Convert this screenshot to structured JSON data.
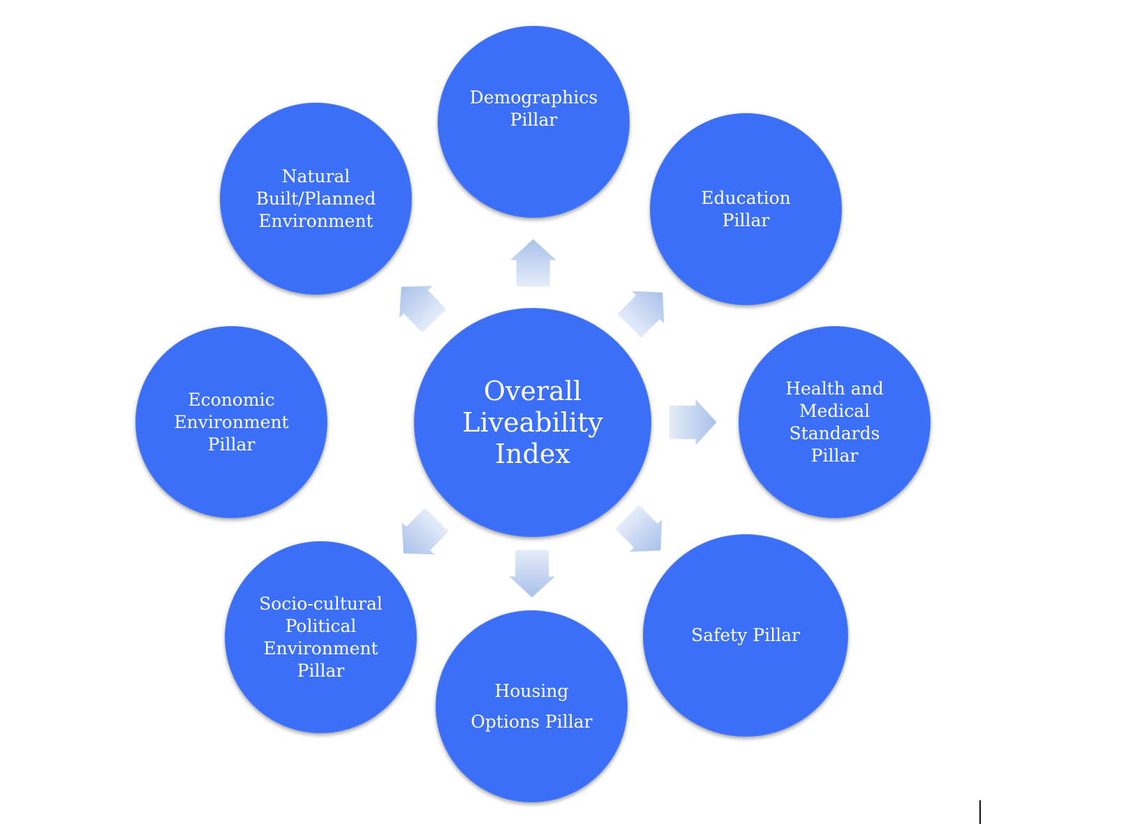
{
  "diagram": {
    "center": {
      "id": "center",
      "label": "Overall\nLiveability\nIndex"
    },
    "nodes": [
      {
        "id": "demographics",
        "label": "Demographics\nPillar"
      },
      {
        "id": "education",
        "label": "Education\nPillar"
      },
      {
        "id": "health",
        "label": "Health and\nMedical\nStandards\nPillar"
      },
      {
        "id": "safety",
        "label": "Safety Pillar"
      },
      {
        "id": "housing",
        "label": "Housing\nOptions Pillar"
      },
      {
        "id": "sociocultural",
        "label": "Socio-cultural\nPolitical\nEnvironment\nPillar"
      },
      {
        "id": "economic",
        "label": "Economic\nEnvironment\nPillar"
      },
      {
        "id": "natural",
        "label": "Natural\nBuilt/Planned\nEnvironment"
      }
    ],
    "edges": [
      {
        "from": "center",
        "to": "demographics"
      },
      {
        "from": "center",
        "to": "education"
      },
      {
        "from": "center",
        "to": "health"
      },
      {
        "from": "center",
        "to": "safety"
      },
      {
        "from": "center",
        "to": "housing"
      },
      {
        "from": "center",
        "to": "sociocultural"
      },
      {
        "from": "center",
        "to": "natural"
      }
    ],
    "colors": {
      "node_fill": "#3b6ff7",
      "arrow_light": "#e4ecf9",
      "arrow_dark": "#a9c1ea"
    }
  }
}
